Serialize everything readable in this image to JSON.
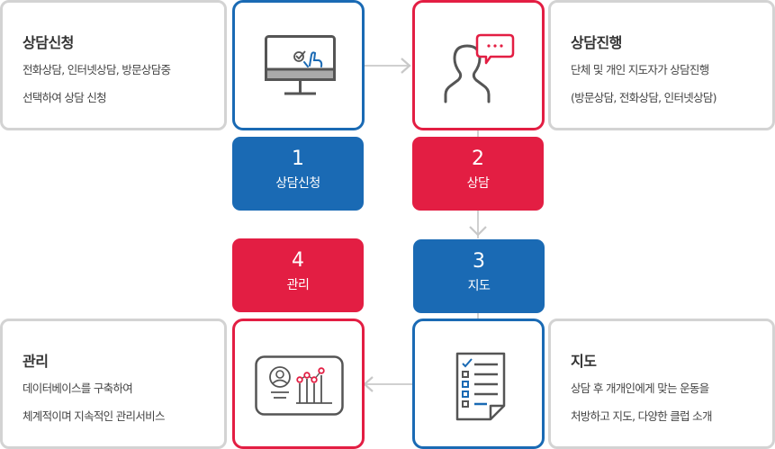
{
  "colors": {
    "blue": "#1a6ab4",
    "red": "#e31e43",
    "gray_border": "#d3d3d3",
    "icon_gray": "#555555"
  },
  "cards": {
    "apply": {
      "title": "상담신청",
      "lines": [
        "전화상담, 인터넷상담, 방문상담중",
        "선택하여 상담 신청"
      ]
    },
    "consult": {
      "title": "상담진행",
      "lines": [
        "단체 및 개인 지도자가 상담진행",
        "(방문상담, 전화상담, 인터넷상담)"
      ]
    },
    "manage": {
      "title": "관리",
      "lines": [
        "데이터베이스를 구축하여",
        "체계적이며 지속적인 관리서비스"
      ]
    },
    "guide": {
      "title": "지도",
      "lines": [
        "상담 후 개개인에게 맞는 운동을",
        "처방하고 지도, 다양한 클럽 소개"
      ]
    }
  },
  "steps": [
    {
      "number": "1",
      "label": "상담신청"
    },
    {
      "number": "2",
      "label": "상담"
    },
    {
      "number": "3",
      "label": "지도"
    },
    {
      "number": "4",
      "label": "관리"
    }
  ],
  "icons": {
    "step1": "computer-touch-icon",
    "step2": "person-chat-icon",
    "step3": "checklist-document-icon",
    "step4": "profile-chart-icon"
  }
}
